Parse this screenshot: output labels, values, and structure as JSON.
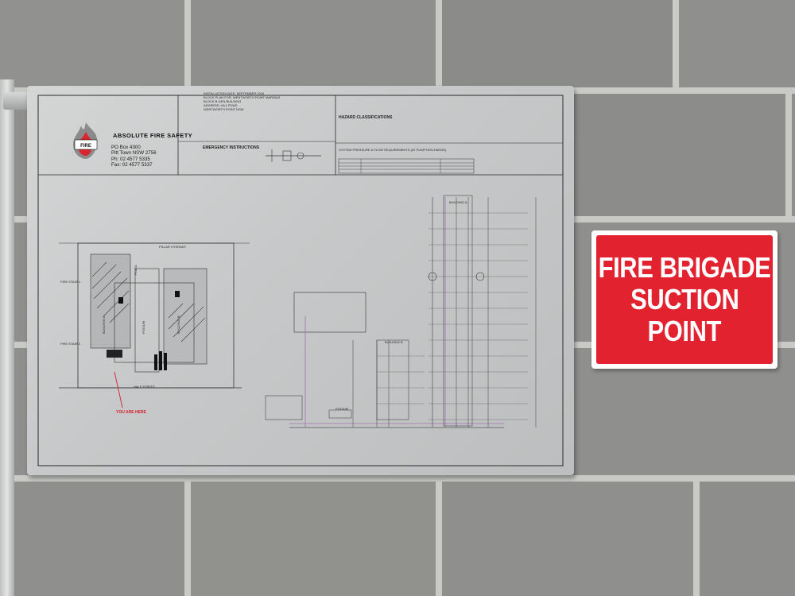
{
  "plaque": {
    "company_name": "ABSOLUTE FIRE SAFETY",
    "address_lines": [
      "PO Box 4300",
      "Pitt Town NSW 2756",
      "Ph: 02 4577 5335",
      "Fax: 02 4577 5337"
    ],
    "installed_info": [
      "INSTALLATION DATE: SEPTEMBER 2018",
      "BLOCK PLAN FOR: WENTWORTH POINT MARINAS",
      "BLOCK B-GEN BUILDING",
      "ADDRESS: HILL ROAD",
      "WENTWORTH POINT NSW"
    ],
    "emergency_heading": "EMERGENCY INSTRUCTIONS",
    "hazard_heading": "HAZARD CLASSIFICATIONS",
    "system_heading": "SYSTEM PRESSURE & FLOW REQUIREMENTS (AT PUMP DISCHARGE)",
    "labels": [
      "PLAZA",
      "PODIUM",
      "BUILDING A",
      "BUILDING B",
      "HALF STREET",
      "FIRE STAIR 1",
      "FIRE STAIR 2",
      "PILLAR HYDRANT",
      "BUILDING A",
      "BUILDING B",
      "PODIUM"
    ],
    "you_are_here": "YOU ARE HERE"
  },
  "sign": {
    "lines": [
      "FIRE BRIGADE",
      "SUCTION",
      "POINT"
    ],
    "background": "#e2222f",
    "text_color": "#ffffff"
  },
  "colors": {
    "wall_block": "#8f8f8d",
    "mortar": "#c9c9c6",
    "plaque": "#cfd1d2"
  }
}
